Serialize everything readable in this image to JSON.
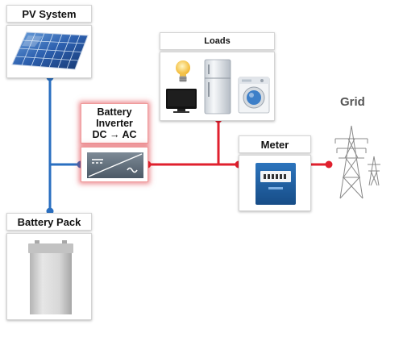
{
  "pv_system": {
    "title": "PV System"
  },
  "loads": {
    "title": "Loads"
  },
  "inverter": {
    "title_line1": "Battery",
    "title_line2": "Inverter",
    "title_line3": "DC → AC"
  },
  "meter": {
    "title": "Meter"
  },
  "battery_pack": {
    "title": "Battery Pack"
  },
  "grid": {
    "label": "Grid"
  },
  "colors": {
    "dc_wire": "#2a6fc0",
    "ac_wire": "#e0202e"
  },
  "icons": [
    "solar-panel-icon",
    "light-bulb-icon",
    "tv-icon",
    "refrigerator-icon",
    "washing-machine-icon",
    "inverter-icon",
    "electric-meter-icon",
    "battery-icon",
    "transmission-tower-icon"
  ]
}
